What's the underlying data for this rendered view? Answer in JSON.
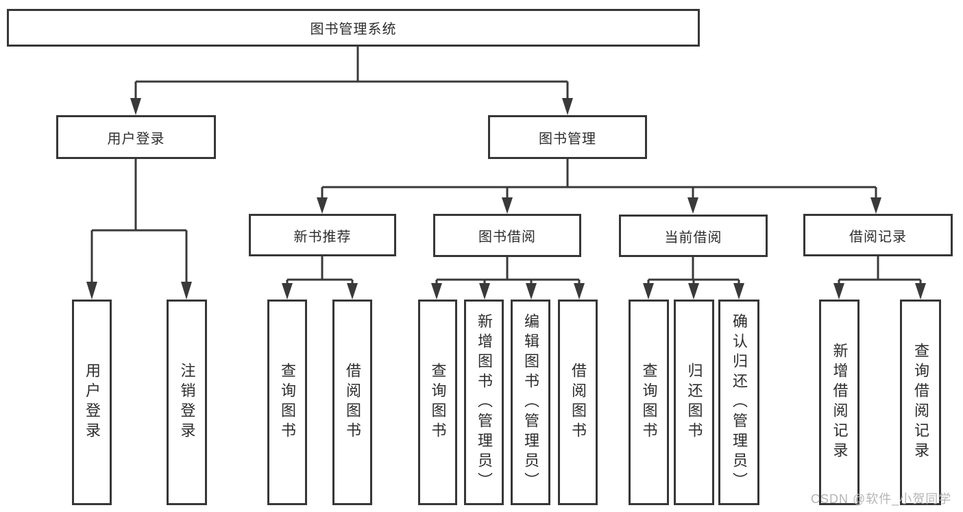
{
  "diagram": {
    "root": {
      "label": "图书管理系统"
    },
    "branches": [
      {
        "label": "用户登录",
        "children": [
          {
            "label": "用户登录"
          },
          {
            "label": "注销登录"
          }
        ]
      },
      {
        "label": "图书管理",
        "children": [
          {
            "label": "新书推荐",
            "children": [
              {
                "label": "查询图书"
              },
              {
                "label": "借阅图书"
              }
            ]
          },
          {
            "label": "图书借阅",
            "children": [
              {
                "label": "查询图书"
              },
              {
                "label": "新增图书（管理员）"
              },
              {
                "label": "编辑图书（管理员）"
              },
              {
                "label": "借阅图书"
              }
            ]
          },
          {
            "label": "当前借阅",
            "children": [
              {
                "label": "查询图书"
              },
              {
                "label": "归还图书"
              },
              {
                "label": "确认归还（管理员）"
              }
            ]
          },
          {
            "label": "借阅记录",
            "children": [
              {
                "label": "新增借阅记录"
              },
              {
                "label": "查询借阅记录"
              }
            ]
          }
        ]
      }
    ]
  },
  "watermark": {
    "text": "CSDN @软件_小贺同学"
  },
  "colors": {
    "line": "#3a3a3a",
    "box_border": "#363636",
    "text": "#2d2d2d",
    "watermark": "#b5b5b5",
    "background": "#ffffff"
  }
}
